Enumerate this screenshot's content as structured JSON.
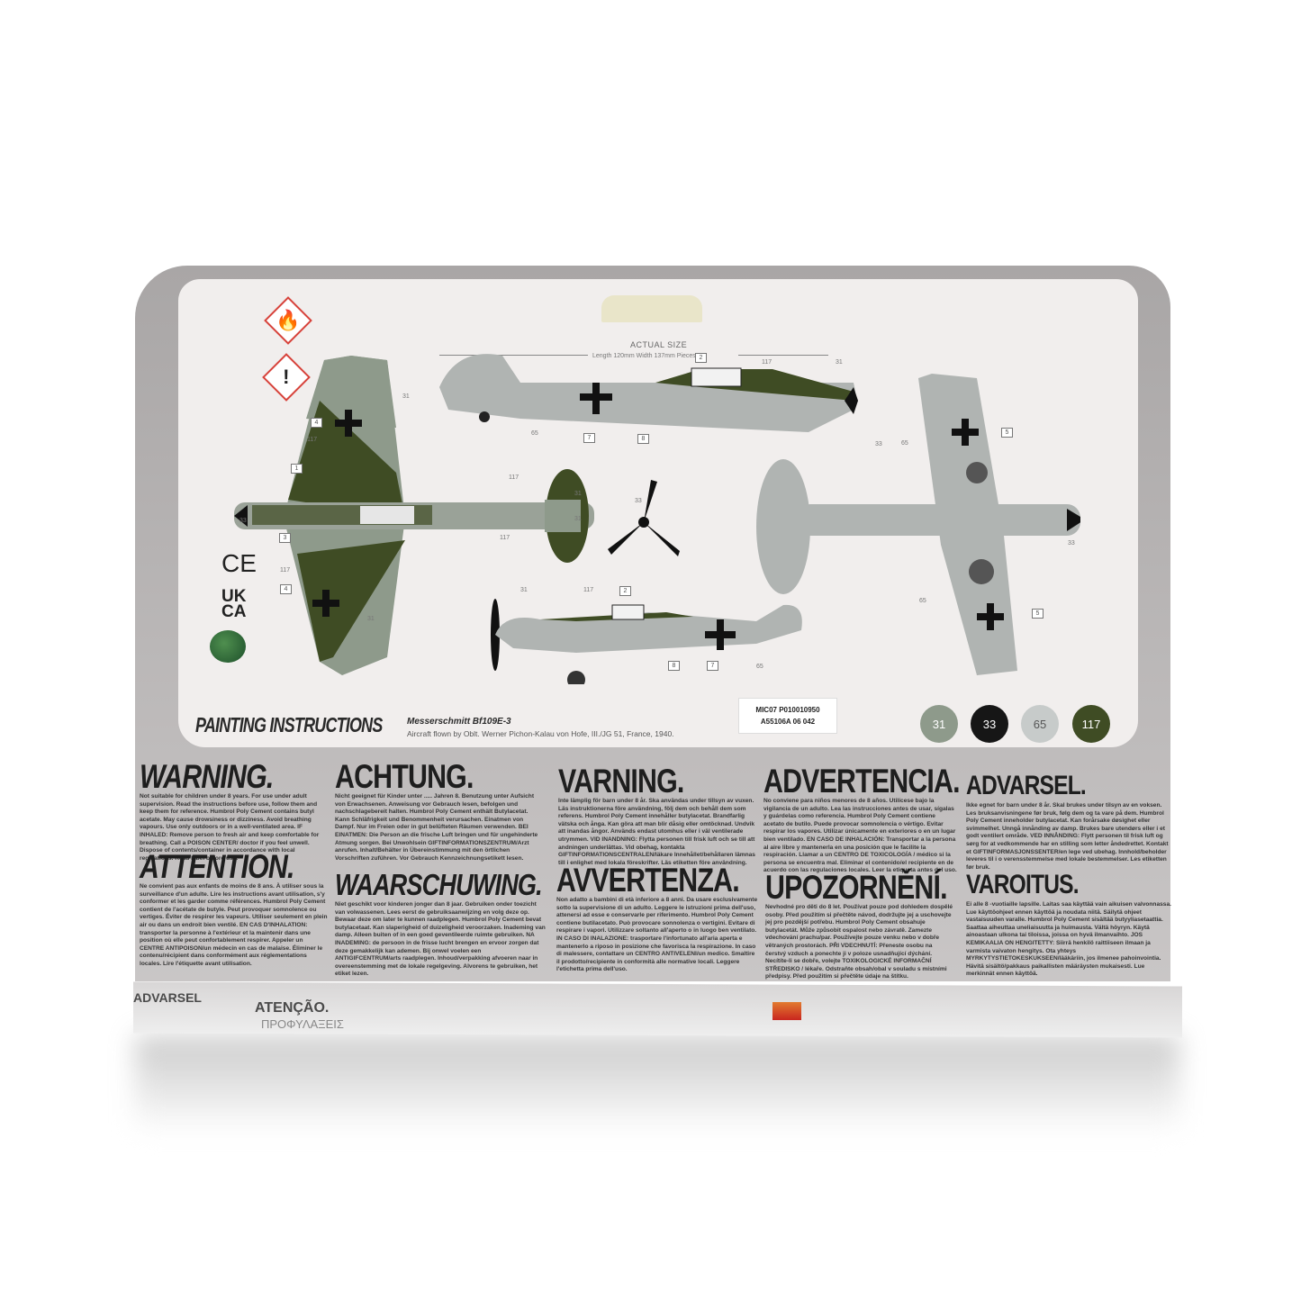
{
  "image": {
    "subject": "Back of an Airfix-style model kit box for a Messerschmitt Bf109E-3 with painting instructions",
    "panel": {
      "actual_size_label": "ACTUAL SIZE",
      "dimensions": "Length 120mm  Width 137mm  Pieces 46",
      "hazard_icons": [
        "flame-hazard",
        "exclamation-hazard"
      ],
      "certification_marks": [
        "CE",
        "UK CA"
      ],
      "title": "PAINTING INSTRUCTIONS",
      "model_name": "Messerschmitt Bf109E-3",
      "model_description": "Aircraft flown by Oblt. Werner Pichon-Kalau von Hofe, III./JG 51, France, 1940.",
      "code_lines": [
        "MIC07 P010010950",
        "A55106A 06 042"
      ],
      "paints": [
        {
          "number": "31",
          "color": "#8e9a8b",
          "text_color": "#ffffff"
        },
        {
          "number": "33",
          "color": "#161616",
          "text_color": "#ffffff"
        },
        {
          "number": "65",
          "color": "#c7cbca",
          "text_color": "#555555"
        },
        {
          "number": "117",
          "color": "#3f4c24",
          "text_color": "#ffffff"
        }
      ],
      "callouts": {
        "top_view": [
          "31",
          "4",
          "117",
          "1",
          "3",
          "33",
          "117",
          "4",
          "31"
        ],
        "tail": [
          "117",
          "31",
          "31",
          "117"
        ],
        "propeller": [
          "33"
        ],
        "side_top": [
          "65",
          "7",
          "8",
          "2",
          "117",
          "31",
          "33"
        ],
        "underside": [
          "65",
          "5",
          "33",
          "65",
          "5"
        ],
        "side_bottom": [
          "31",
          "117",
          "2",
          "8",
          "7",
          "65"
        ]
      }
    },
    "warnings": [
      {
        "heading": "WARNING.",
        "text": "Not suitable for children under 8 years. For use under adult supervision. Read the instructions before use, follow them and keep them for reference. Humbrol Poly Cement contains butyl acetate. May cause drowsiness or dizziness. Avoid breathing vapours. Use only outdoors or in a well-ventilated area. IF INHALED: Remove person to fresh air and keep comfortable for breathing. Call a POISON CENTER/ doctor if you feel unwell. Dispose of contents/container in accordance with local regulations. Read label before use."
      },
      {
        "heading": "ACHTUNG.",
        "text": "Nicht geeignet für Kinder unter ..... Jahren 8. Benutzung unter Aufsicht von Erwachsenen. Anweisung vor Gebrauch lesen, befolgen und nachschlagebereit halten. Humbrol Poly Cement enthält Butylacetat. Kann Schläfrigkeit und Benommenheit verursachen. Einatmen von Dampf. Nur im Freien oder in gut belüfteten Räumen verwenden. BEI EINATMEN: Die Person an die frische Luft bringen und für ungehinderte Atmung sorgen. Bei Unwohlsein GIFTINFORMATIONSZENTRUM/Arzt anrufen. Inhalt/Behälter in Übereinstimmung mit den örtlichen Vorschriften zuführen. Vor Gebrauch Kennzeichnungsetikett lesen."
      },
      {
        "heading": "VARNING.",
        "text": "Inte lämplig för barn under 8 år. Ska användas under tillsyn av vuxen. Läs instruktionerna före användning, följ dem och behåll dem som referens. Humbrol Poly Cement innehåller butylacetat. Brandfarlig vätska och ånga. Kan göra att man blir dåsig eller omtöcknad. Undvik att inandas ångor. Används endast utomhus eller i väl ventilerade utrymmen. VID INANDNING: Flytta personen till frisk luft och se till att andningen underlättas. Vid obehag, kontakta GIFTINFORMATIONSCENTRALEN/läkare Innehållet/behållaren lämnas till i enlighet med lokala föreskrifter. Läs etiketten före användning."
      },
      {
        "heading": "ADVERTENCIA.",
        "text": "No conviene para niños menores de 8 años. Utilícese bajo la vigilancia de un adulto. Lea las instrucciones antes de usar, sígalas y guárdelas como referencia. Humbrol Poly Cement contiene acetato de butilo. Puede provocar somnolencia o vértigo. Evitar respirar los vapores. Utilizar únicamente en exteriores o en un lugar bien ventilado. EN CASO DE INHALACIÓN: Transportar a la persona al aire libre y mantenerla en una posición que le facilite la respiración. Llamar a un CENTRO DE TOXICOLOGÍA / médico si la persona se encuentra mal. Eliminar el contenido/el recipiente en de acuerdo con las regulaciones locales. Leer la etiqueta antes del uso."
      },
      {
        "heading": "ADVARSEL.",
        "text": "Ikke egnet for barn under 8 år. Skal brukes under tilsyn av en voksen. Les bruksanvisningene før bruk, følg dem og ta vare på dem. Humbrol Poly Cement inneholder butylacetat. Kan forårsake døsighet eller svimmelhet. Unngå innånding av damp. Brukes bare utendørs eller i et godt ventilert område. VED INNÅNDING: Flytt personen til frisk luft og sørg for at vedkommende har en stilling som letter åndedrettet. Kontakt et GIFTINFORMASJONSSENTER/en lege ved ubehag. Innhold/beholder leveres til i o verensstemmelse med lokale bestemmelser. Les etiketten før bruk."
      },
      {
        "heading": "ATTENTION.",
        "text": "Ne convient pas aux enfants de moins de 8 ans. À utiliser sous la surveillance d'un adulte. Lire les instructions avant utilisation, s'y conformer et les garder comme références. Humbrol Poly Cement contient de l'acétate de butyle. Peut provoquer somnolence ou vertiges. Éviter de respirer les vapeurs. Utiliser seulement en plein air ou dans un endroit bien ventilé. EN CAS D'INHALATION: transporter la personne à l'extérieur et la maintenir dans une position où elle peut confortablement respirer. Appeler un CENTRE ANTIPOISON/un médecin en cas de malaise. Éliminer le contenu/récipient dans conformément aux réglementations locales. Lire l'étiquette avant utilisation."
      },
      {
        "heading": "WAARSCHUWING.",
        "text": "Niet geschikt voor kinderen jonger dan 8 jaar. Gebruiken onder toezicht van volwassenen. Lees eerst de gebruiksaanwijzing en volg deze op. Bewaar deze om later te kunnen raadplegen. Humbrol Poly Cement bevat butylacetaat. Kan slaperigheid of duizeligheid veroorzaken. Inademing van damp. Alleen buiten of in een goed geventileerde ruimte gebruiken. NA INADEMING: de persoon in de frisse lucht brengen en ervoor zorgen dat deze gemakkelijk kan ademen. Bij onwel voelen een ANTIGIFCENTRUM/arts raadplegen. Inhoud/verpakking afvoeren naar in overeenstemming met de lokale regelgeving. Alvorens te gebruiken, het etiket lezen."
      },
      {
        "heading": "AVVERTENZA.",
        "text": "Non adatto a bambini di età inferiore a 8 anni. Da usare esclusivamente sotto la supervisione di un adulto. Leggere le istruzioni prima dell'uso, attenersi ad esse e conservarle per riferimento. Humbrol Poly Cement contiene butilacetato. Può provocare sonnolenza o vertigini. Evitare di respirare i vapori. Utilizzare soltanto all'aperto o in luogo ben ventilato. IN CASO DI INALAZIONE: trasportare l'infortunato all'aria aperta e mantenerlo a riposo in posizione che favorisca la respirazione. In caso di malessere, contattare un CENTRO ANTIVELENI/un medico. Smaltire il prodotto/recipiente in conformità alle normative locali. Leggere l'etichetta prima dell'uso."
      },
      {
        "heading": "UPOZORNĚNÍ.",
        "text": "Nevhodné pro děti do 8 let. Používat pouze pod dohledem dospělé osoby. Před použitím si přečtěte návod, dodržujte jej a uschovejte jej pro pozdější potřebu. Humbrol Poly Cement obsahuje butylacetát. Může způsobit ospalost nebo závratě. Zamezte vdechování prachu/par. Používejte pouze venku nebo v dobře větraných prostorách. PŘI VDECHNUTÍ: Přeneste osobu na čerstvý vzduch a ponechte ji v poloze usnadňující dýchání. Necítíte-li se dobře, volejte TOXIKOLOGICKÉ INFORMAČNÍ STŘEDISKO / lékaře. Odstraňte obsah/obal v souladu s místními předpisy. Před použitím si přečtěte údaje na štítku."
      },
      {
        "heading": "VAROITUS.",
        "text": "Ei alle 8 -vuotiaille lapsille. Laitas saa käyttää vain aikuisen valvonnassa. Lue käyttöohjeet ennen käyttöä ja noudata niitä. Säilytä ohjeet vastaisuuden varalle. Humbrol Poly Cement sisältää butyyliasetaattia. Saattaa aiheuttaa uneliaisuutta ja huimausta. Vältä höyryn. Käytä ainoastaan ulkona tai tiloissa, joissa on hyvä ilmanvaihto. JOS KEMIKAALIA ON HENGITETTY: Siirrä henkilö raittiiseen ilmaan ja varmista vaivaton hengitys. Ota yhteys MYRKYTYSTIETOKESKUKSEEN/lääkäriin, jos ilmenee pahoinvointia. Hävitä sisältö/pakkaus paikallisten määräysten mukaisesti. Lue merkinnät ennen käyttöä."
      }
    ],
    "bottom_edge": {
      "visible_text": [
        "ADVARSEL",
        "ATENÇÃO.",
        "ΠΡΟΦΥΛΑΞΕΙΣ"
      ],
      "logo_colors": [
        "#e27b2f",
        "#c9261f"
      ]
    }
  }
}
